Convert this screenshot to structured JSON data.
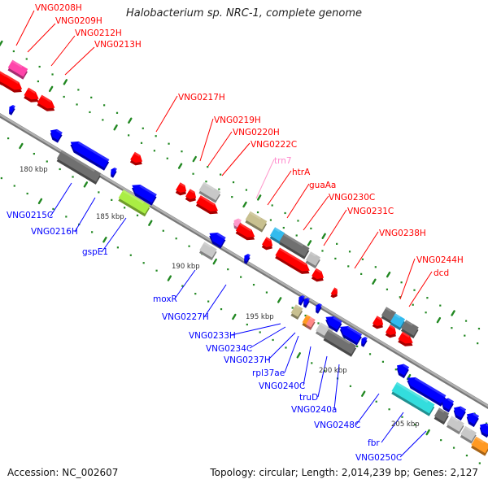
{
  "title": "Halobacterium sp. NRC-1, complete genome",
  "footer": {
    "accession": "Accession: NC_002607",
    "summary": "Topology: circular; Length: 2,014,239 bp; Genes: 2,127"
  },
  "colors": {
    "forward_label": "#ff0000",
    "reverse_label": "#0000ff",
    "rna_label": "#ff88cc",
    "backbone": "#999999",
    "tick": "#228822"
  },
  "scale_labels": [
    "180 kbp",
    "185 kbp",
    "190 kbp",
    "195 kbp",
    "200 kbp",
    "205 kbp"
  ],
  "forward_labels": [
    "VNG0208H",
    "VNG0209H",
    "VNG0212H",
    "VNG0213H",
    "VNG0217H",
    "VNG0219H",
    "VNG0220H",
    "VNG0222C",
    "trn7",
    "htrA",
    "guaAa",
    "VNG0230C",
    "VNG0231C",
    "VNG0238H",
    "VNG0244H",
    "dcd"
  ],
  "reverse_labels": [
    "VNG0215C",
    "VNG0216H",
    "gspE1",
    "moxR",
    "VNG0227H",
    "VNG0233H",
    "VNG0234C",
    "VNG0237H",
    "rpl37ae",
    "VNG0240C",
    "truD",
    "VNG0240a",
    "VNG0248C",
    "fbr",
    "VNG0250C"
  ]
}
